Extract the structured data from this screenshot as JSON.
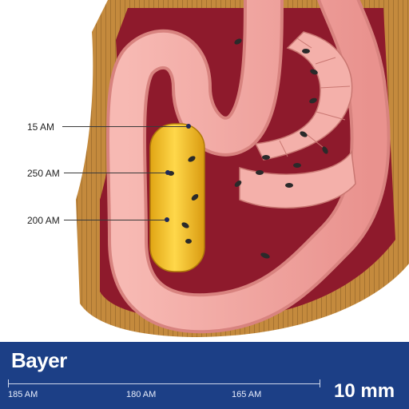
{
  "callouts": [
    {
      "label": "15 AM"
    },
    {
      "label": "250 AM"
    },
    {
      "label": "200 AM"
    }
  ],
  "footer": {
    "brand": "Bayer",
    "scale_labels": [
      "185 AM",
      "180 AM",
      "165 AM"
    ],
    "scale_value": "10 mm"
  },
  "colors": {
    "tissue_dark_red": "#8e1a2c",
    "intestine_pink": "#f2a9a4",
    "wall_brown": "#c48a3d",
    "capsule_yellow": "#f2c21f",
    "footer_blue": "#1c3f86"
  }
}
